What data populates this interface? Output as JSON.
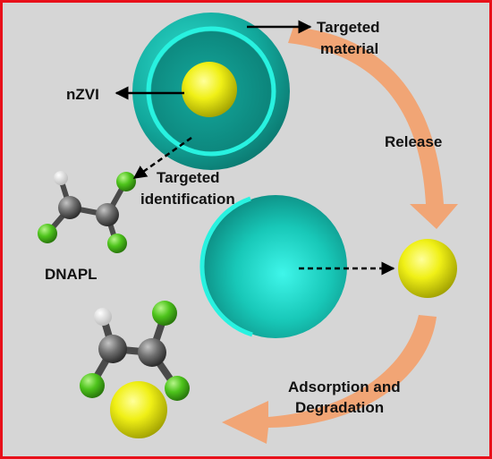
{
  "labels": {
    "targeted_material": [
      "Targeted",
      "material"
    ],
    "nzvi": "nZVI",
    "release": "Release",
    "targeted_identification": [
      "Targeted",
      "identification"
    ],
    "dnapl": "DNAPL",
    "adsorption_degradation": [
      "Adsorption and",
      "Degradation"
    ]
  },
  "colors": {
    "frame": "#e8101a",
    "background": "#d6d6d6",
    "teal_shell": "#14a59a",
    "teal_bright": "#28f2e0",
    "nzvi_yellow": "#ecec10",
    "chlorine_green": "#4fc21c",
    "carbon_gray": "#6d6d6d",
    "hydrogen_white": "#f4f4f4",
    "process_arrow": "#f4a06a"
  }
}
